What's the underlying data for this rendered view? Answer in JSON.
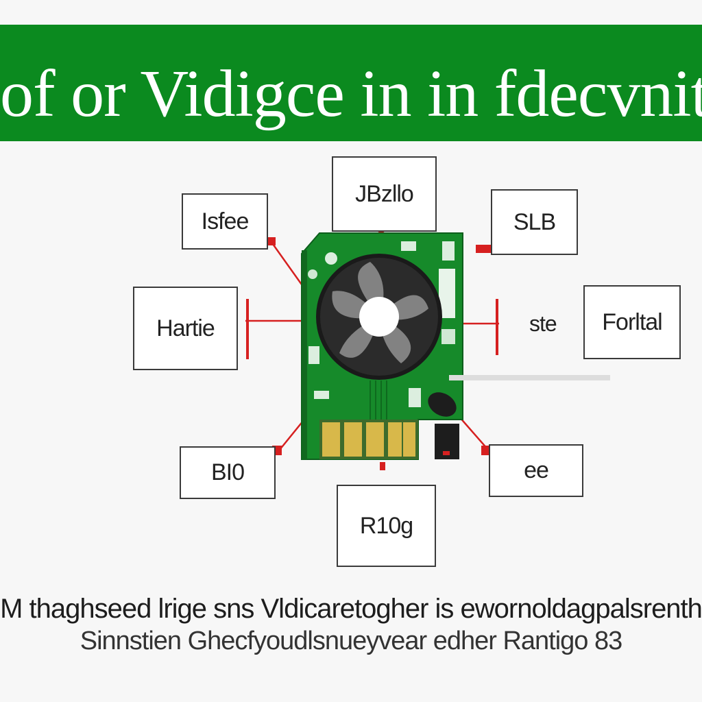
{
  "header": {
    "title": "of or Vidigce in in fdecvnito",
    "background_color": "#0b8a1f",
    "text_color": "#ffffff"
  },
  "diagram": {
    "component": {
      "name": "pcb-fan-module",
      "board_color": "#168a2a",
      "fan_color": "#2b2b2b",
      "connector_color": "#d8b84a",
      "leader_color": "#d62020"
    },
    "labels": {
      "top_left": "Isfee",
      "top_center": "JBzllo",
      "top_right": "SLB",
      "middle_left": "Hartie",
      "middle_right_plain": "ste",
      "middle_right": "Forltal",
      "bottom_left": "BI0",
      "bottom_center": "R10g",
      "bottom_right": "ee"
    }
  },
  "caption": {
    "line1": "M thaghseed lrige sns Vldicaretogher is ewornoldagpalsrenth",
    "line2": "Sinnstien Ghecfyoudlsnueyvear edher Rantigo 83"
  }
}
